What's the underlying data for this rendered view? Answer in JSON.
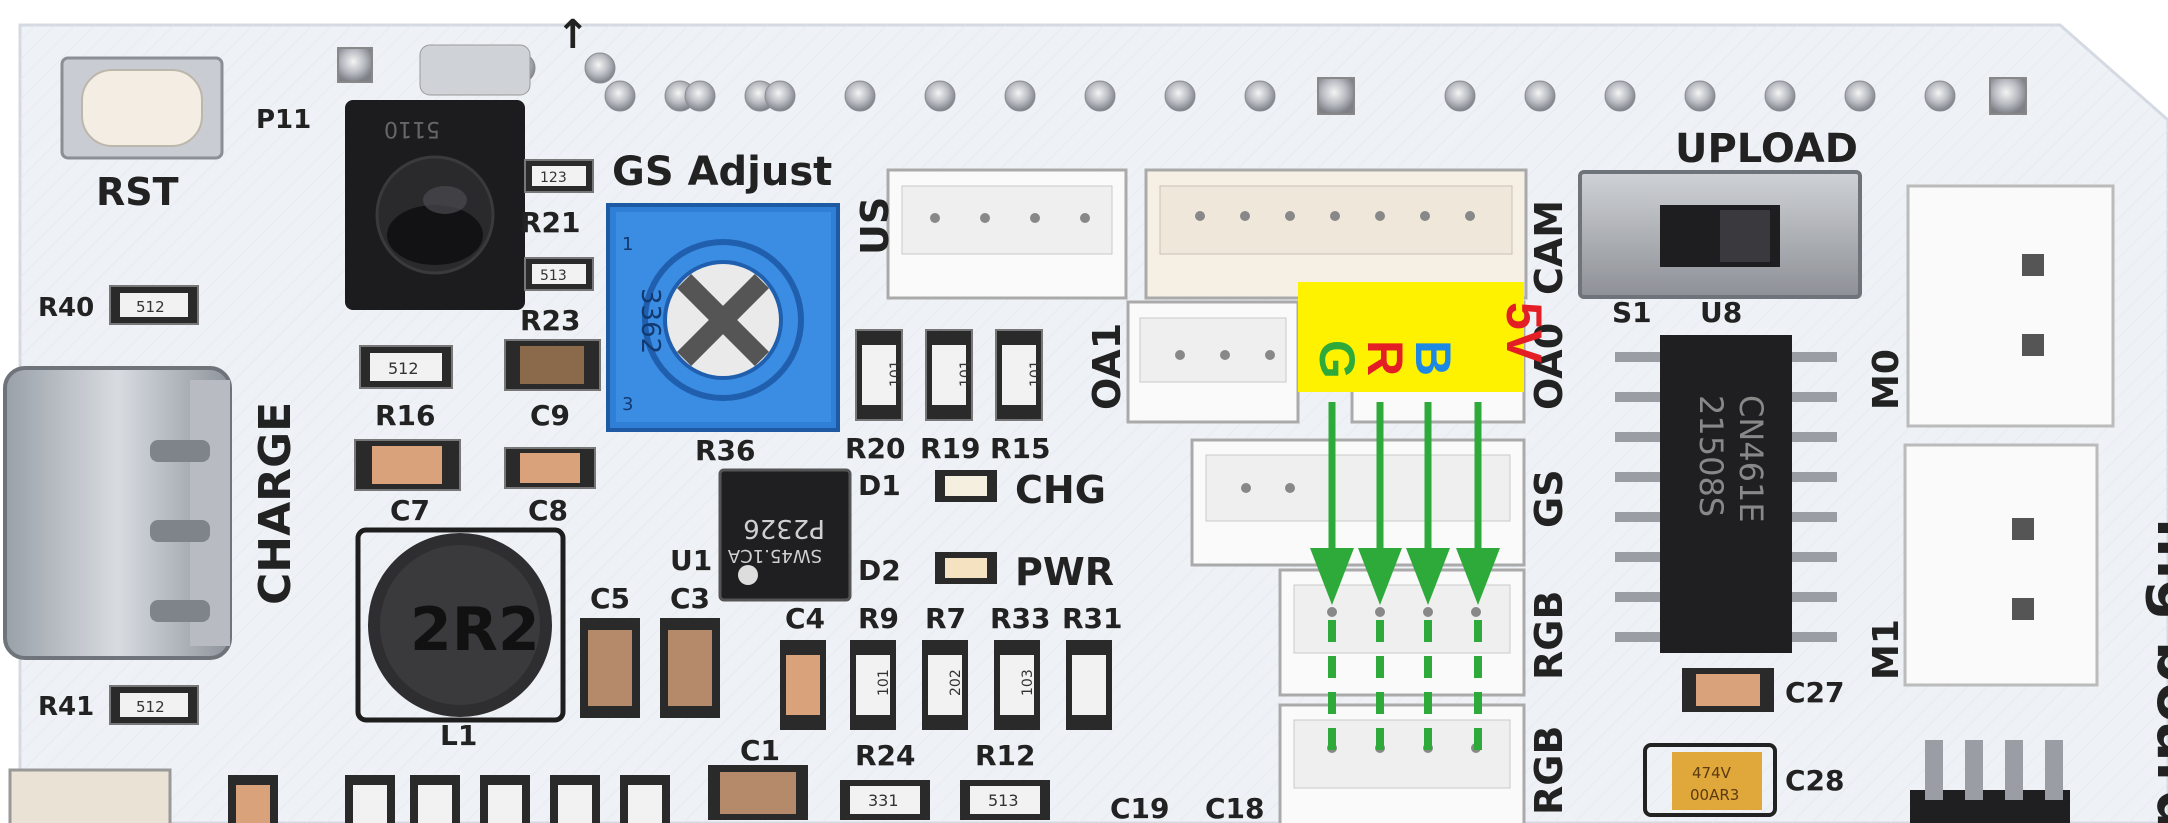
{
  "board": {
    "labels": {
      "rst": "RST",
      "p11": "P11",
      "gs_adjust": "GS Adjust",
      "r21": "R21",
      "r23": "R23",
      "r40": "R40",
      "r16": "R16",
      "c9": "C9",
      "c7": "C7",
      "c8": "C8",
      "r36": "R36",
      "r20": "R20",
      "r19": "R19",
      "r15": "R15",
      "u1": "U1",
      "d1": "D1",
      "chg": "CHG",
      "d2": "D2",
      "pwr": "PWR",
      "c5": "C5",
      "c3": "C3",
      "c4": "C4",
      "r9": "R9",
      "r7": "R7",
      "r33": "R33",
      "r31": "R31",
      "r41": "R41",
      "l1": "L1",
      "c1": "C1",
      "r24": "R24",
      "r12": "R12",
      "c19": "C19",
      "c18": "C18",
      "charge": "CHARGE",
      "us": "US",
      "oa1": "OA1",
      "oa0": "OA0",
      "cam": "CAM",
      "gs": "GS",
      "rgb1": "RGB",
      "rgb2": "RGB",
      "upload": "UPLOAD",
      "s1": "S1",
      "u8": "U8",
      "m0": "M0",
      "m1": "M1",
      "c27": "C27",
      "c28": "C28",
      "board_name": "ing board",
      "ic_main": "P2326",
      "ic_sub": "SW45.1CA",
      "inductor": "2R2",
      "chip_line1": "21508S",
      "chip_line2": "CN461E",
      "ir_mark": "5110",
      "pot_mark": "3362",
      "pot_pin1": "1",
      "pot_pin3": "3",
      "arrow_mark": "↑",
      "res_512_a": "512",
      "res_512_b": "512",
      "res_512_c": "512",
      "res_513_a": "513",
      "res_513_b": "513",
      "res_123": "123",
      "res_101_a": "101",
      "res_101_b": "101",
      "res_101_c": "101",
      "res_101_d": "101",
      "res_202": "202",
      "res_103": "103",
      "res_331": "331",
      "cap_mark": "474V",
      "cap_code": "00AR3"
    },
    "legend": {
      "v5": "5V",
      "b": "B",
      "r": "R",
      "g": "G",
      "background": "#fff200",
      "v5_color": "#e31e24",
      "b_color": "#1e88e5",
      "r_color": "#e31e24",
      "g_color": "#2eaa3a"
    },
    "arrow_color": "#2eaa3a",
    "pcb_color": "#eef1f6",
    "potentiometer_color": "#2f7fd6"
  }
}
